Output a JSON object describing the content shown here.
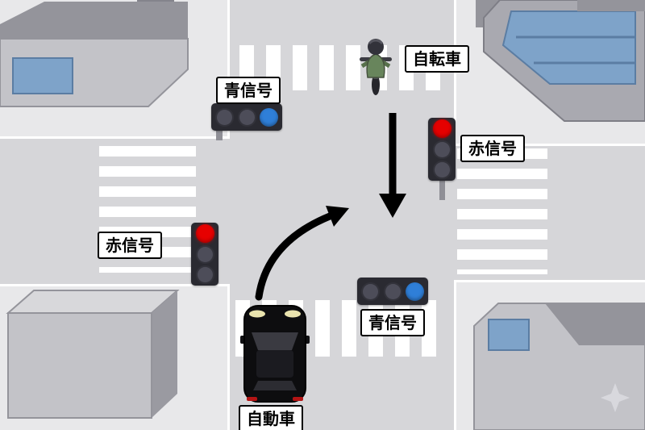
{
  "labels": {
    "bicycle": "自転車",
    "signal_top": "青信号",
    "signal_right": "赤信号",
    "signal_left": "赤信号",
    "signal_center": "青信号",
    "car": "自動車"
  },
  "signals": {
    "top": {
      "orientation": "horizontal",
      "lit": "blue",
      "label": "青信号"
    },
    "right": {
      "orientation": "vertical",
      "lit": "red",
      "label": "赤信号"
    },
    "left": {
      "orientation": "vertical",
      "lit": "red",
      "label": "赤信号"
    },
    "center": {
      "orientation": "horizontal",
      "lit": "blue",
      "label": "青信号"
    }
  },
  "icons": {
    "bicycle_rider": "cyclist-rear-view",
    "car": "black-car-top-view",
    "straight_arrow": "down-arrow",
    "turn_arrow": "curved-right-turn-arrow",
    "sparkle": "four-point-star"
  },
  "colors": {
    "road": "#d6d6d9",
    "sidewalk": "#e8e8ea",
    "curb": "#ffffff",
    "stripe": "#ffffff",
    "building": "#c3c3c8",
    "building_dark": "#94949b",
    "building_roof": "#84848c",
    "window_blue": "#7ea3c9",
    "signal_body": "#2a2a31",
    "signal_off": "#4d4d59",
    "signal_red": "#e60000",
    "signal_blue": "#2f7fd8",
    "arrow": "#000000",
    "label_bg": "#ffffff",
    "label_border": "#000000",
    "rider_green": "#68855c",
    "car_black": "#0d0d0f",
    "headlight": "#e9e3ae"
  }
}
